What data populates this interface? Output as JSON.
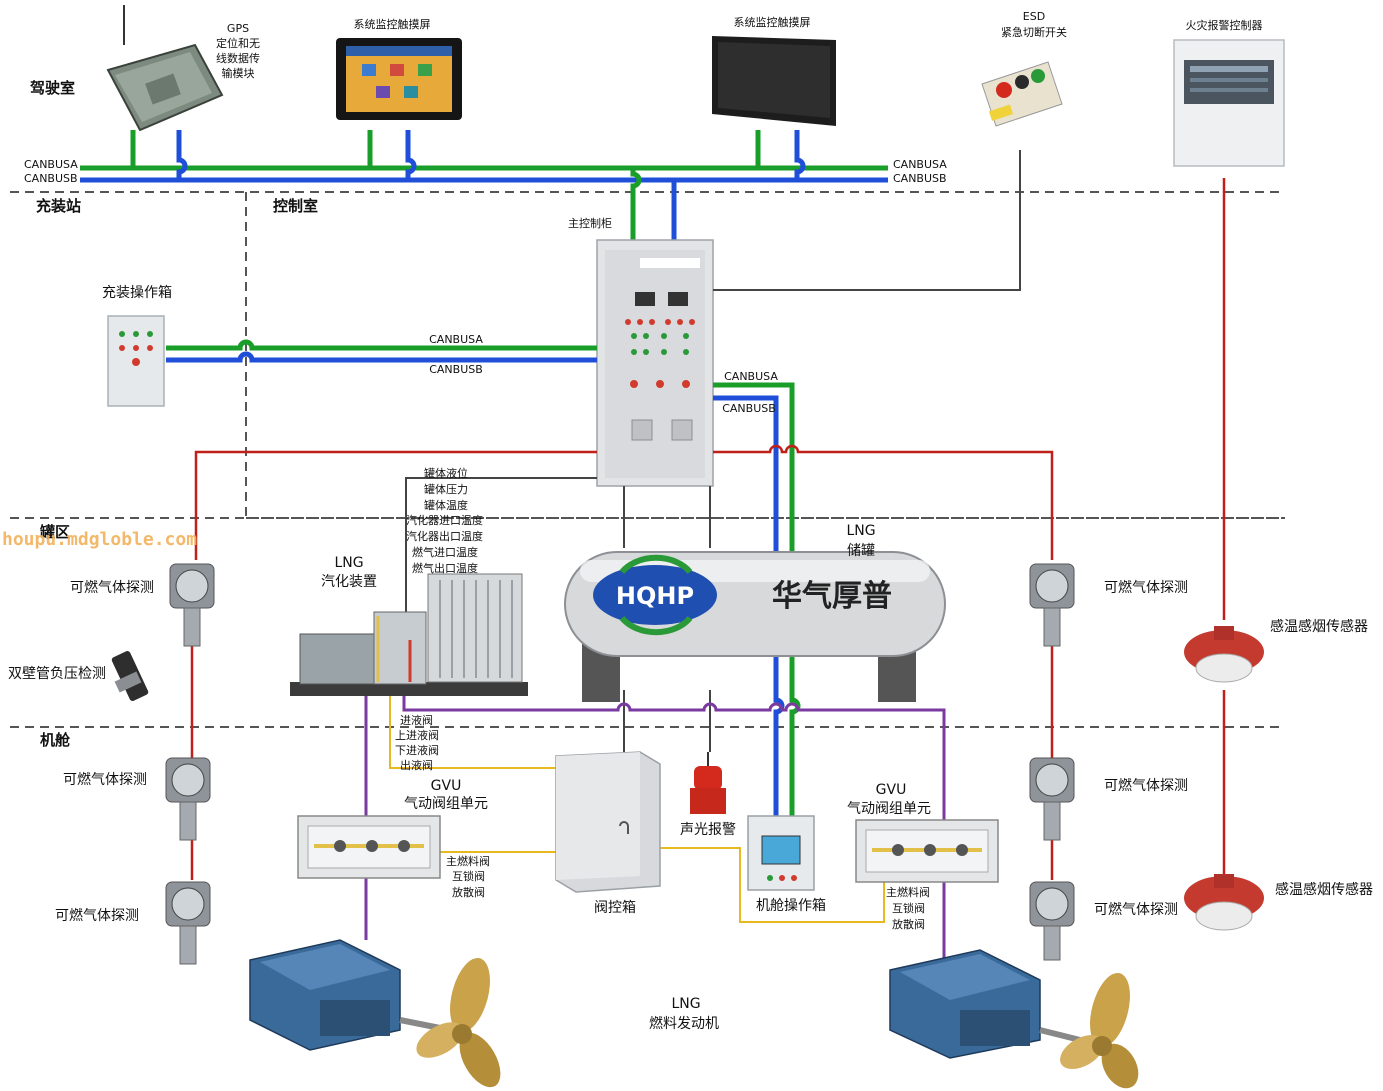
{
  "zones": {
    "bridge": "驾驶室",
    "bunkering_station": "充装站",
    "control_room": "控制室",
    "tank_area": "罐区",
    "engine_room": "机舱"
  },
  "bus": {
    "a": "CANBUSA",
    "b": "CANBUSB"
  },
  "devices": {
    "gps": [
      "GPS",
      "定位和无",
      "线数据传",
      "输模块"
    ],
    "monitor_screen_1": "系统监控触摸屏",
    "monitor_screen_2": "系统监控触摸屏",
    "esd": [
      "ESD",
      "紧急切断开关"
    ],
    "fire_alarm_controller": "火灾报警控制器",
    "main_control_cabinet": "主控制柜",
    "bunkering_box": "充装操作箱",
    "lng_vaporizer": [
      "LNG",
      "汽化装置"
    ],
    "lng_tank": [
      "LNG",
      "储罐"
    ],
    "tank_logo_text": "HQHP",
    "tank_cn_text": "华气厚普",
    "gas_detector_left_1": "可燃气体探测",
    "gas_detector_left_2": "可燃气体探测",
    "gas_detector_left_3": "可燃气体探测",
    "gas_detector_right_1": "可燃气体探测",
    "gas_detector_right_2": "可燃气体探测",
    "gas_detector_right_3": "可燃气体探测",
    "double_wall_pressure": "双壁管负压检测",
    "heat_smoke_sensor_1": "感温感烟传感器",
    "heat_smoke_sensor_2": "感温感烟传感器",
    "gvu_left": [
      "GVU",
      "气动阀组单元"
    ],
    "gvu_right": [
      "GVU",
      "气动阀组单元"
    ],
    "valve_box": "阀控箱",
    "audible_alarm": "声光报警",
    "engine_room_box": "机舱操作箱",
    "lng_engine": [
      "LNG",
      "燃料发动机"
    ]
  },
  "signals": {
    "tank_signals": [
      "罐体液位",
      "罐体压力",
      "罐体温度",
      "汽化器进口温度",
      "汽化器出口温度",
      "燃气进口温度",
      "燃气出口温度"
    ],
    "tank_valves": [
      "进液阀",
      "上进液阀",
      "下进液阀",
      "出液阀"
    ],
    "gvu_valves_left": [
      "主燃料阀",
      "互锁阀",
      "放散阀"
    ],
    "gvu_valves_right": [
      "主燃料阀",
      "互锁阀",
      "放散阀"
    ]
  },
  "watermark": "houpu.mdgloble.com",
  "colors": {
    "canbus_a": "#1a9e2a",
    "canbus_b": "#1f4fd8",
    "alarm_line": "#c0201a",
    "signal_line": "#444444",
    "valve_line": "#e8b820",
    "fuel_line": "#7a3aa0",
    "zone_divider": "#555555"
  }
}
